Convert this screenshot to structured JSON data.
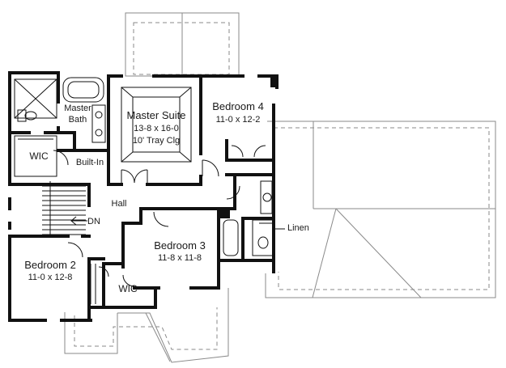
{
  "rooms": {
    "master_suite": {
      "name": "Master Suite",
      "size": "13-8 x 16-0",
      "note": "10' Tray Clg"
    },
    "bedroom4": {
      "name": "Bedroom 4",
      "size": "11-0 x 12-2"
    },
    "bedroom3": {
      "name": "Bedroom 3",
      "size": "11-8 x 11-8"
    },
    "bedroom2": {
      "name": "Bedroom 2",
      "size": "11-0 x 12-8"
    },
    "master_bath": {
      "line1": "Master",
      "line2": "Bath"
    },
    "wic_master": "WIC",
    "wic_bedroom2": "WIC",
    "built_in": "Built-In",
    "hall": "Hall",
    "stair_down": "DN",
    "linen": "Linen"
  },
  "colors": {
    "wall": "#111111",
    "outline": "#8a8a8a",
    "dash": "#8a8a8a"
  }
}
